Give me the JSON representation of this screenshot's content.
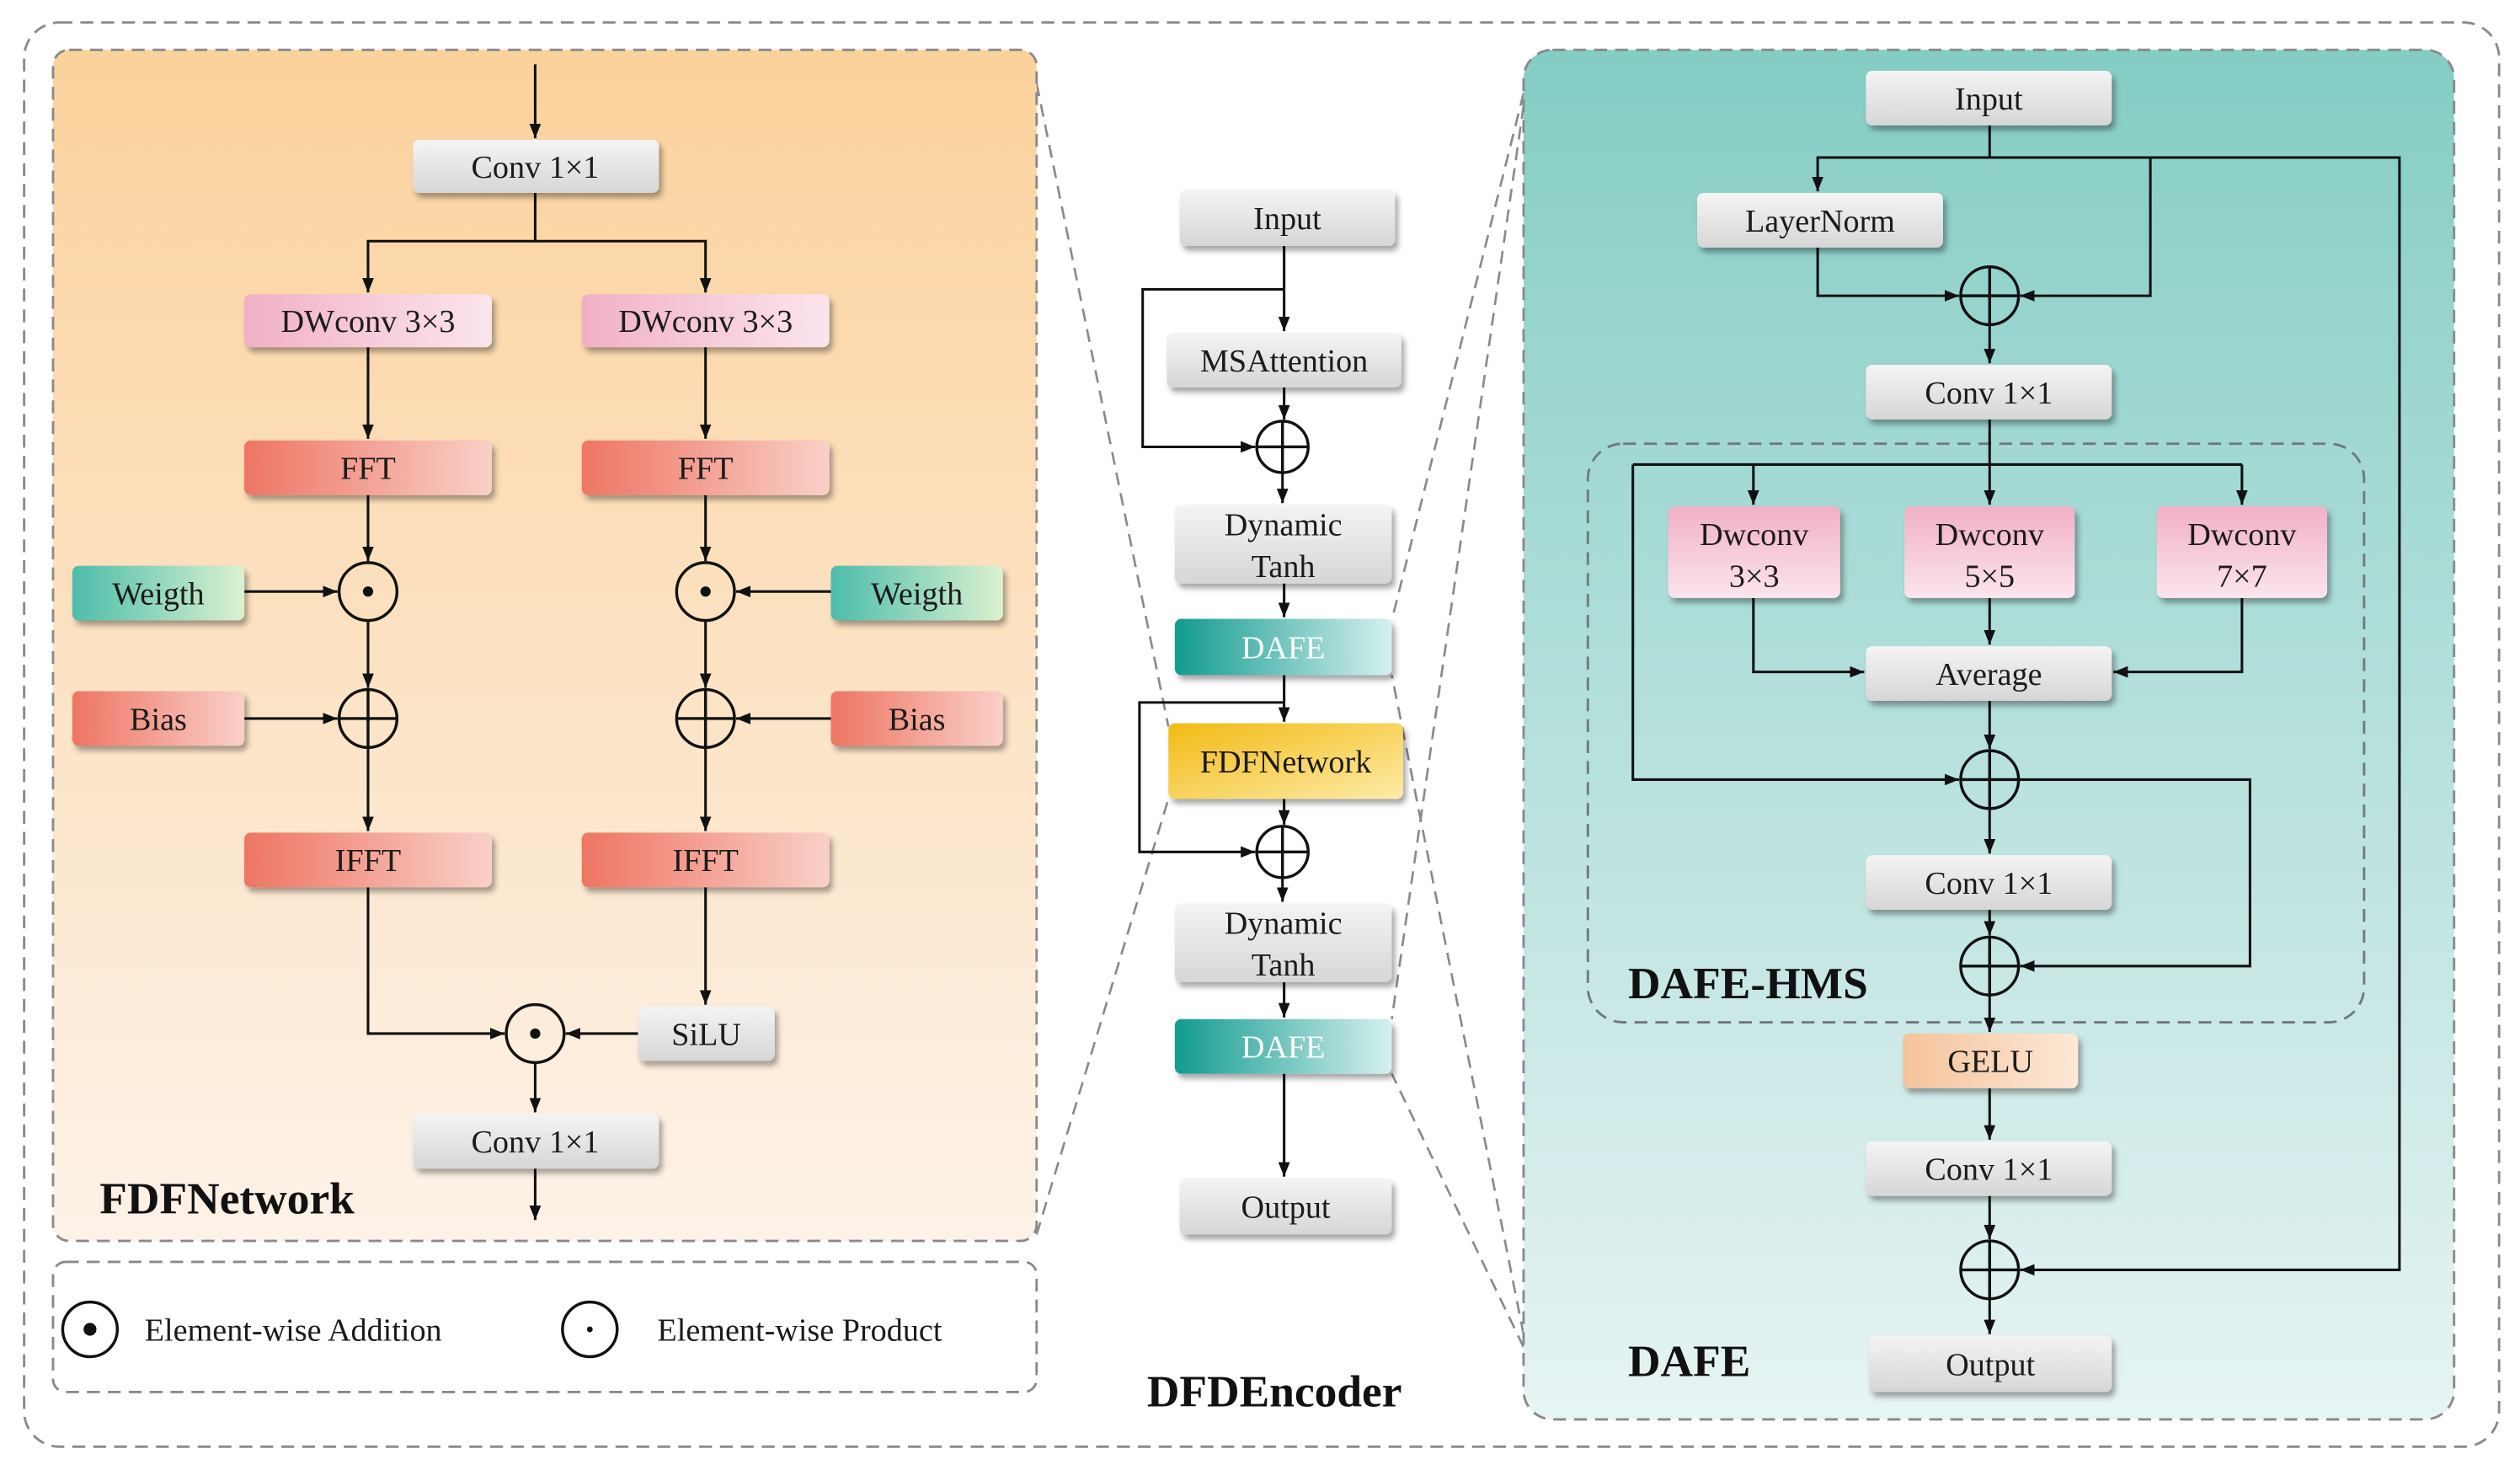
{
  "fdf_network": {
    "title": "FDFNetwork",
    "conv_in": "Conv 1×1",
    "branches": [
      {
        "dwconv": "DWconv 3×3",
        "fft": "FFT",
        "weight": "Weigth",
        "bias": "Bias",
        "ifft": "IFFT"
      },
      {
        "dwconv": "DWconv 3×3",
        "fft": "FFT",
        "weight": "Weigth",
        "bias": "Bias",
        "ifft": "IFFT",
        "activation": "SiLU"
      }
    ],
    "conv_out": "Conv 1×1"
  },
  "legend": {
    "items": [
      {
        "icon": "dot-circle-icon",
        "label": "Element-wise Addition"
      },
      {
        "icon": "small-dot-circle-icon",
        "label": "Element-wise Product"
      }
    ]
  },
  "encoder": {
    "title": "DFDEncoder",
    "input": "Input",
    "attention": "MSAttention",
    "norm_1": [
      "Dynamic",
      "Tanh"
    ],
    "dafe_1": "DAFE",
    "ffn": "FDFNetwork",
    "norm_2": [
      "Dynamic",
      "Tanh"
    ],
    "dafe_2": "DAFE",
    "output": "Output"
  },
  "dafe": {
    "title": "DAFE",
    "input": "Input",
    "layernorm": "LayerNorm",
    "conv_in": "Conv 1×1",
    "hms": {
      "title": "DAFE-HMS",
      "dwconvs": [
        [
          "Dwconv",
          "3×3"
        ],
        [
          "Dwconv",
          "5×5"
        ],
        [
          "Dwconv",
          "7×7"
        ]
      ],
      "average": "Average",
      "conv": "Conv 1×1"
    },
    "activation": "GELU",
    "conv_out": "Conv 1×1",
    "output": "Output"
  },
  "operators": {
    "addition_icon": "circled-plus-icon",
    "product_icon": "circled-dot-icon"
  },
  "colors": {
    "fdf_panel_top": "#fbd29c",
    "fdf_panel_bottom": "#fdf2e8",
    "dafe_panel_top": "#84cdc4",
    "dafe_panel_bottom": "#e7f4f4",
    "neutral_box_light": "#f4f4f4",
    "neutral_box_dark": "#d6d6d6",
    "dwconv_dark": "#f1b0c6",
    "dwconv_light": "#fbe5ed",
    "fft_dark": "#ee7563",
    "fft_light": "#f9d0c8",
    "weight_dark": "#4dbdab",
    "weight_light": "#dbf1cf",
    "dafe_dark": "#129b8f",
    "dafe_light": "#d6f0ef",
    "ffn_dark": "#f2ba14",
    "ffn_light": "#fdeca8",
    "gelu_dark": "#f5c39b",
    "gelu_light": "#fde8d6"
  }
}
